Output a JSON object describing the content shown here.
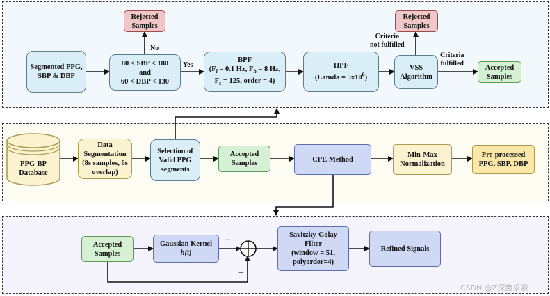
{
  "top_panel": {
    "segmented": [
      "Segmented PPG,",
      "SBP & DBP"
    ],
    "range": [
      "80 < SBP < 180",
      "and",
      "60 < DBP < 130"
    ],
    "rejected_1": [
      "Rejected",
      "Samples"
    ],
    "no_label": "No",
    "yes_label": "Yes",
    "bpf": {
      "title": "BPF",
      "line1_pre": "(F",
      "line1_sub1": "l",
      "line1_mid": " = 0.1 Hz, F",
      "line1_sub2": "h",
      "line1_post": " = 8 Hz,",
      "line2_pre": "F",
      "line2_sub": "s",
      "line2_post": " = 125, order = 4)"
    },
    "hpf": {
      "title": "HPF",
      "line_pre": "(Lamda = 5x10",
      "line_sup": "6",
      "line_post": ")"
    },
    "vss": [
      "VSS",
      "Algorithm"
    ],
    "rejected_2": [
      "Rejected",
      "Samples"
    ],
    "criteria_not": [
      "Criteria",
      "not fulfilled"
    ],
    "criteria_ok": [
      "Criteria",
      "fulfilled"
    ],
    "accepted": [
      "Accepted",
      "Samples"
    ]
  },
  "middle_panel": {
    "database": [
      "PPG-BP",
      "Database"
    ],
    "data_seg": [
      "Data",
      "Segmentation",
      "(8s samples, 6s",
      "overlap)"
    ],
    "selection": [
      "Selection of",
      "Valid PPG",
      "segments"
    ],
    "accepted": [
      "Accepted",
      "Samples"
    ],
    "cpe": "CPE Method",
    "minmax": [
      "Min-Max",
      "Normalization"
    ],
    "preprocessed": [
      "Pre-processed",
      "PPG, SBP, DBP"
    ]
  },
  "bottom_panel": {
    "accepted": [
      "Accepted",
      "Samples"
    ],
    "gaussian": "Gaussian Kernel",
    "gaussian_fn": "h(t)",
    "minus": "−",
    "plus": "+",
    "savgol": [
      "Savitzky-Golay",
      "Filter",
      "(window = 51,",
      "polyorder=4)"
    ],
    "refined": "Refined Signals"
  },
  "watermark": "CSDN @Z深度求索",
  "colors": {
    "light_blue": "#daeef8",
    "green": "#d5f0d3",
    "red": "#f0c6c6",
    "yellow": "#fbf2cf",
    "purple": "#cfd8f5",
    "panel_top": "#f3f8fc",
    "panel_mid": "#fdfcf3",
    "panel_bottom": "#f5f3fb"
  }
}
